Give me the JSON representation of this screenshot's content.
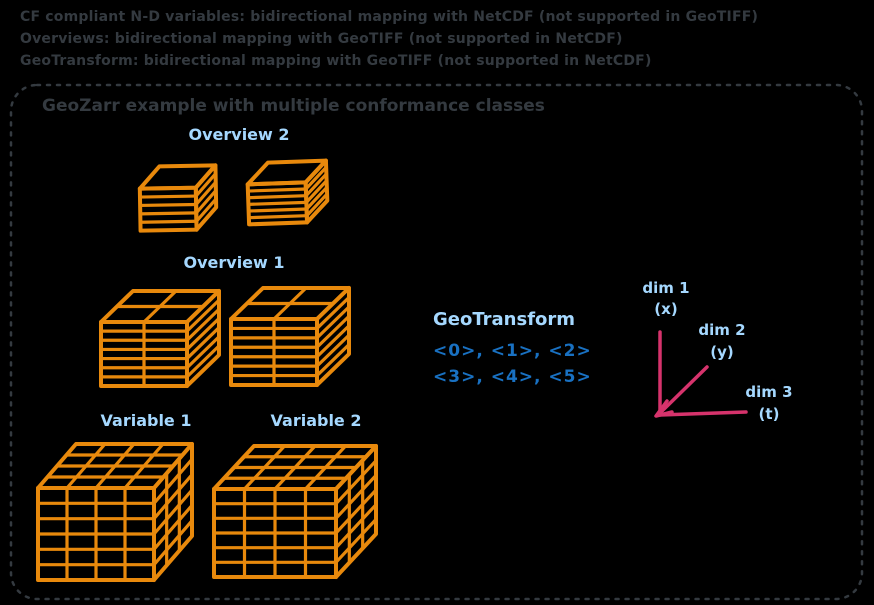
{
  "notes": {
    "lines": [
      "CF compliant N-D variables: bidirectional mapping with NetCDF (not supported in GeoTIFF)",
      "Overviews: bidirectional mapping with GeoTIFF (not supported in NetCDF)",
      "GeoTransform: bidirectional mapping with GeoTIFF (not supported in NetCDF)"
    ]
  },
  "frame": {
    "title": "GeoZarr example with multiple conformance classes"
  },
  "labels": {
    "overview2": "Overview 2",
    "overview1": "Overview 1",
    "variable1": "Variable 1",
    "variable2": "Variable 2"
  },
  "geotransform": {
    "title": "GeoTransform",
    "row1": "<0>, <1>, <2>",
    "row2": "<3>, <4>, <5>"
  },
  "axes": {
    "dim1": {
      "label": "dim 1",
      "sub": "(x)"
    },
    "dim2": {
      "label": "dim 2",
      "sub": "(y)"
    },
    "dim3": {
      "label": "dim 3",
      "sub": "(t)"
    }
  },
  "colors": {
    "background": "#000000",
    "ink": "#343a40",
    "label_blue": "#a5d8ff",
    "value_blue": "#1971c2",
    "shape_orange": "#e8890c",
    "axis_pink": "#d6336c"
  }
}
